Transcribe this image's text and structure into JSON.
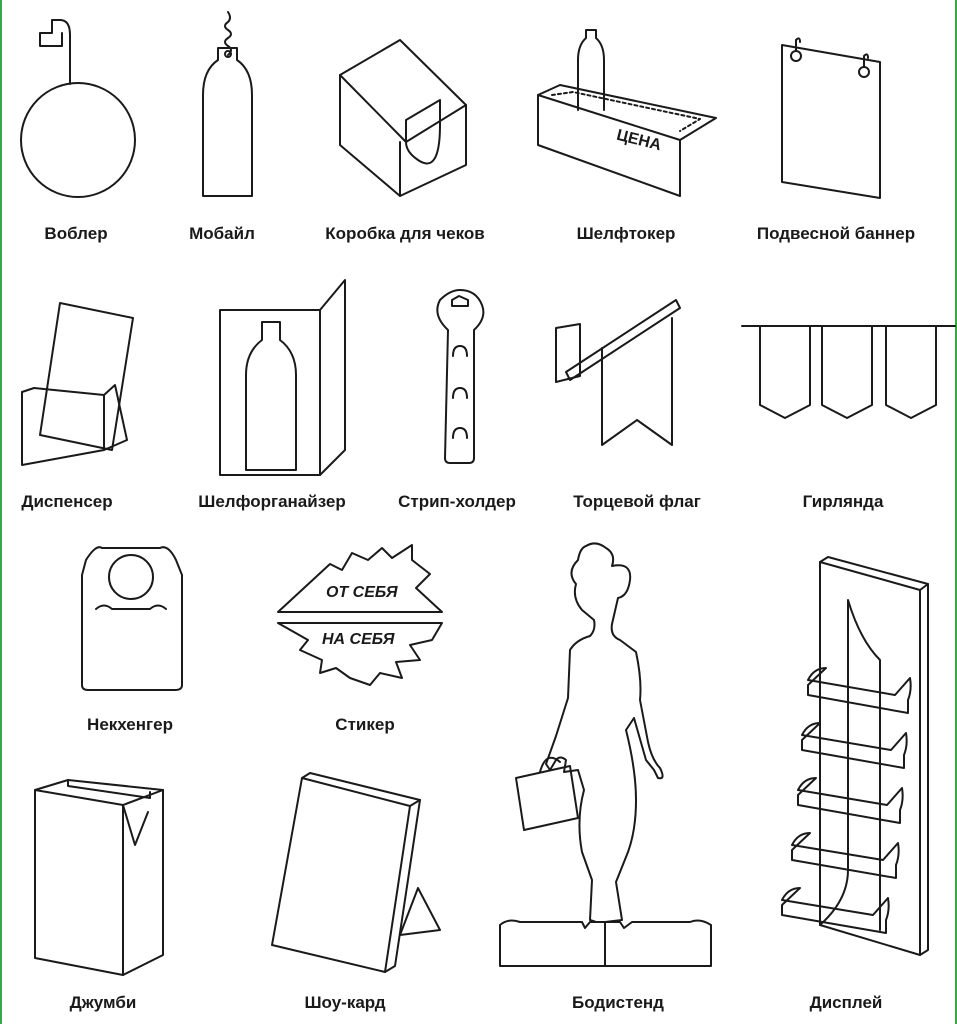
{
  "items": [
    {
      "key": "wobbler",
      "label": "Воблер"
    },
    {
      "key": "mobile",
      "label": "Мобайл"
    },
    {
      "key": "receipt-box",
      "label": "Коробка для чеков"
    },
    {
      "key": "shelf-talker",
      "label": "Шелфтокер"
    },
    {
      "key": "hanging-banner",
      "label": "Подвесной баннер"
    },
    {
      "key": "dispenser",
      "label": "Диспенсер"
    },
    {
      "key": "shelf-organizer",
      "label": "Шелфорганайзер"
    },
    {
      "key": "strip-holder",
      "label": "Стрип-холдер"
    },
    {
      "key": "end-flag",
      "label": "Торцевой флаг"
    },
    {
      "key": "garland",
      "label": "Гирлянда"
    },
    {
      "key": "neck-hanger",
      "label": "Некхенгер"
    },
    {
      "key": "sticker",
      "label": "Стикер"
    },
    {
      "key": "jumbi",
      "label": "Джумби"
    },
    {
      "key": "show-card",
      "label": "Шоу-кард"
    },
    {
      "key": "bodystand",
      "label": "Бодистенд"
    },
    {
      "key": "display",
      "label": "Дисплей"
    }
  ],
  "artwork_text": {
    "price": "ЦЕНА",
    "sticker_top": "ОТ СЕБЯ",
    "sticker_bottom": "НА СЕБЯ"
  },
  "colors": {
    "frame": "#3aa845",
    "line": "#1a1a1a"
  }
}
